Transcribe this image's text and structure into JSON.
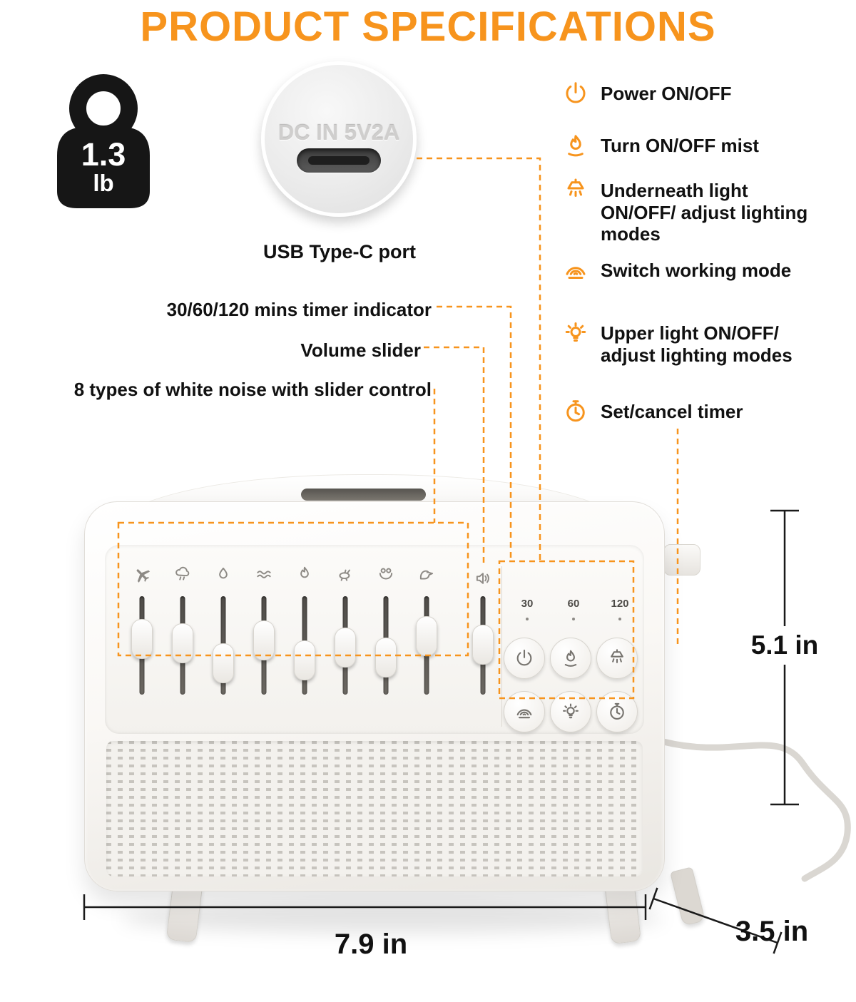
{
  "title": "PRODUCT SPECIFICATIONS",
  "weight": {
    "value": "1.3",
    "unit": "lb"
  },
  "usb_inset": {
    "embossed_text": "DC IN 5V2A",
    "caption": "USB Type-C port"
  },
  "features": [
    {
      "icon": "power-icon",
      "label": "Power ON/OFF"
    },
    {
      "icon": "mist-icon",
      "label": "Turn ON/OFF mist"
    },
    {
      "icon": "underneath-light-icon",
      "label": "Underneath light ON/OFF/ adjust lighting modes"
    },
    {
      "icon": "working-mode-icon",
      "label": "Switch working mode"
    },
    {
      "icon": "upper-light-icon",
      "label": "Upper light ON/OFF/ adjust lighting modes"
    },
    {
      "icon": "timer-icon",
      "label": "Set/cancel timer"
    }
  ],
  "callouts": {
    "timer_indicator": "30/60/120 mins timer indicator",
    "volume": "Volume slider",
    "white_noise": "8 types of white noise with slider control"
  },
  "device": {
    "timer_marks": [
      "30",
      "60",
      "120"
    ],
    "slider_icons": [
      "airplane-icon",
      "rain-icon",
      "water-drop-icon",
      "waves-icon",
      "fire-icon",
      "cricket-icon",
      "frog-icon",
      "bird-icon"
    ],
    "volume_icon": "speaker-icon",
    "button_icons": [
      "power-icon",
      "mist-icon",
      "underneath-light-icon",
      "working-mode-icon",
      "upper-light-icon",
      "timer-icon"
    ]
  },
  "dimensions": {
    "height": "5.1 in",
    "width": "7.9 in",
    "depth": "3.5 in"
  },
  "colors": {
    "accent": "#F7941D",
    "text": "#111111"
  }
}
